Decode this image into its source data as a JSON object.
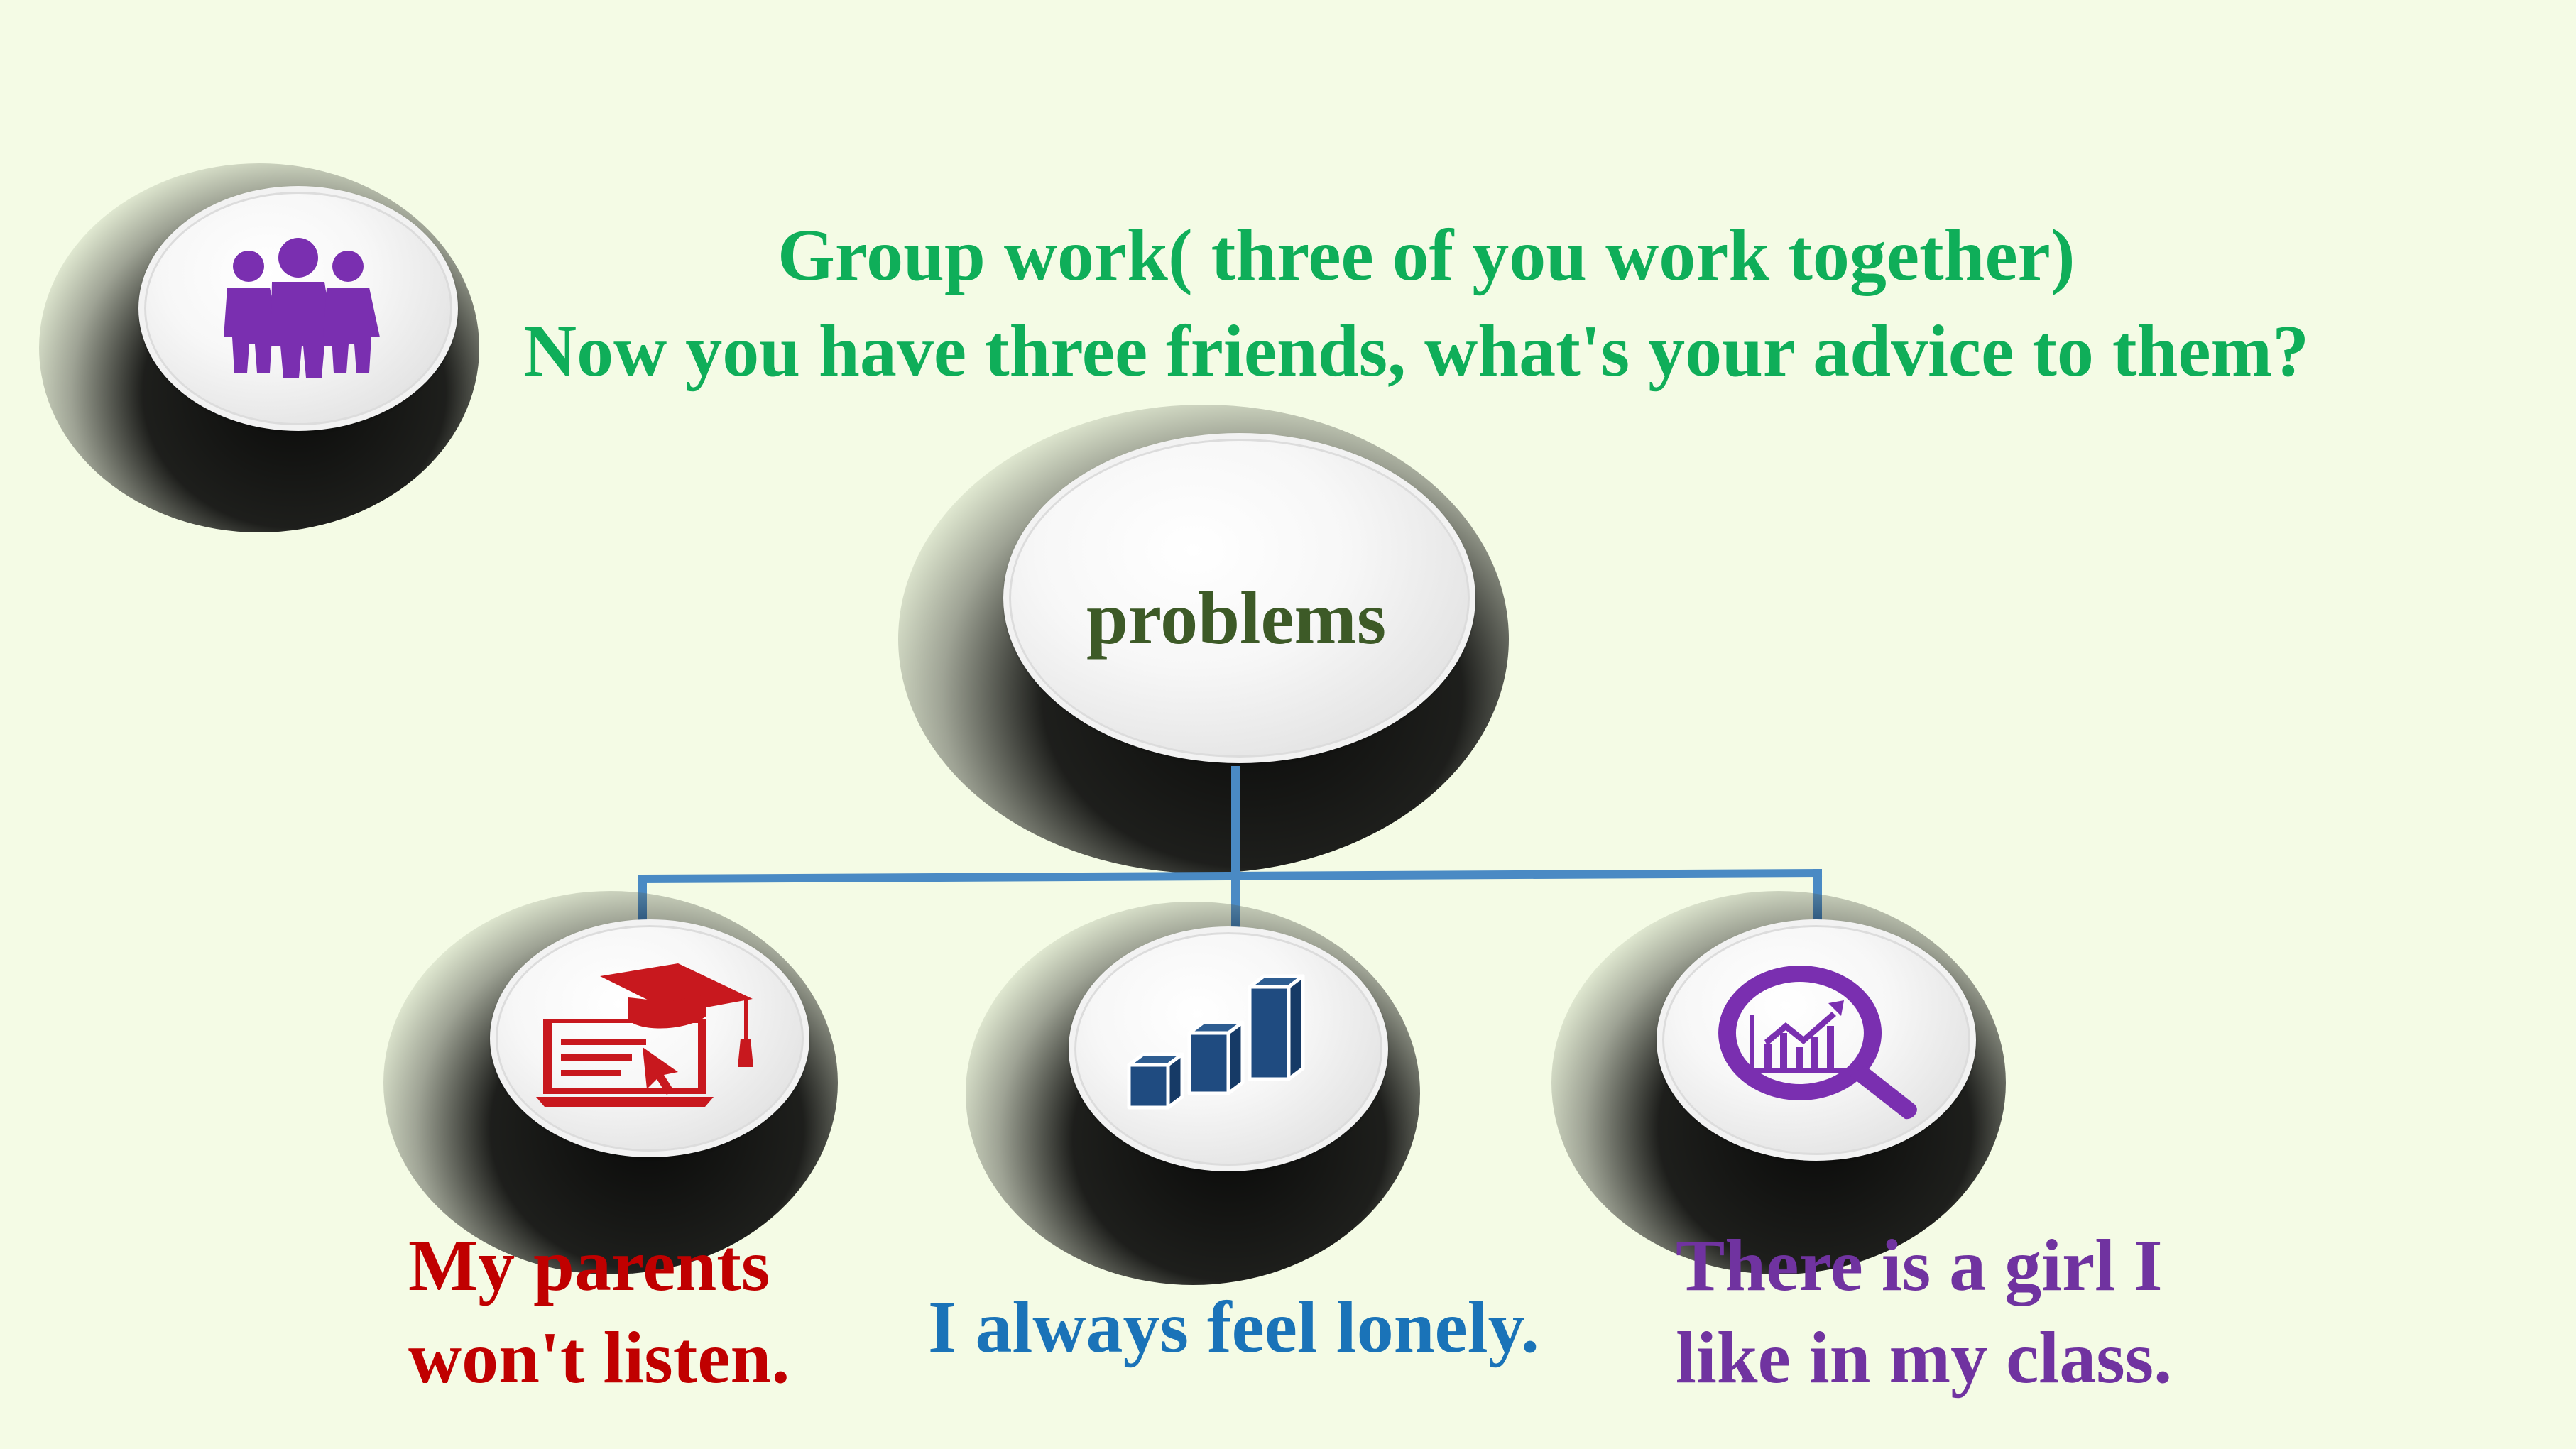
{
  "heading": {
    "line1": "Group work( three of you work together)",
    "line2": "Now you have three friends, what's your advice to them?"
  },
  "center": {
    "label": "problems"
  },
  "problems": [
    {
      "line1": "My parents",
      "line2": "won't listen.",
      "color": "#c00000",
      "icon": "graduation-laptop-icon"
    },
    {
      "line1": "I always feel lonely.",
      "color": "#1a73b8",
      "icon": "bar-blocks-icon"
    },
    {
      "line1": "There is a girl I",
      "line2": "like in my class.",
      "color": "#7033a0",
      "icon": "magnifier-chart-icon"
    }
  ],
  "colors": {
    "background": "#f4fbe5",
    "heading": "#0fae59",
    "center_label": "#3d5a27",
    "connector": "#4a8ac4",
    "people_icon": "#7a2fb0"
  }
}
